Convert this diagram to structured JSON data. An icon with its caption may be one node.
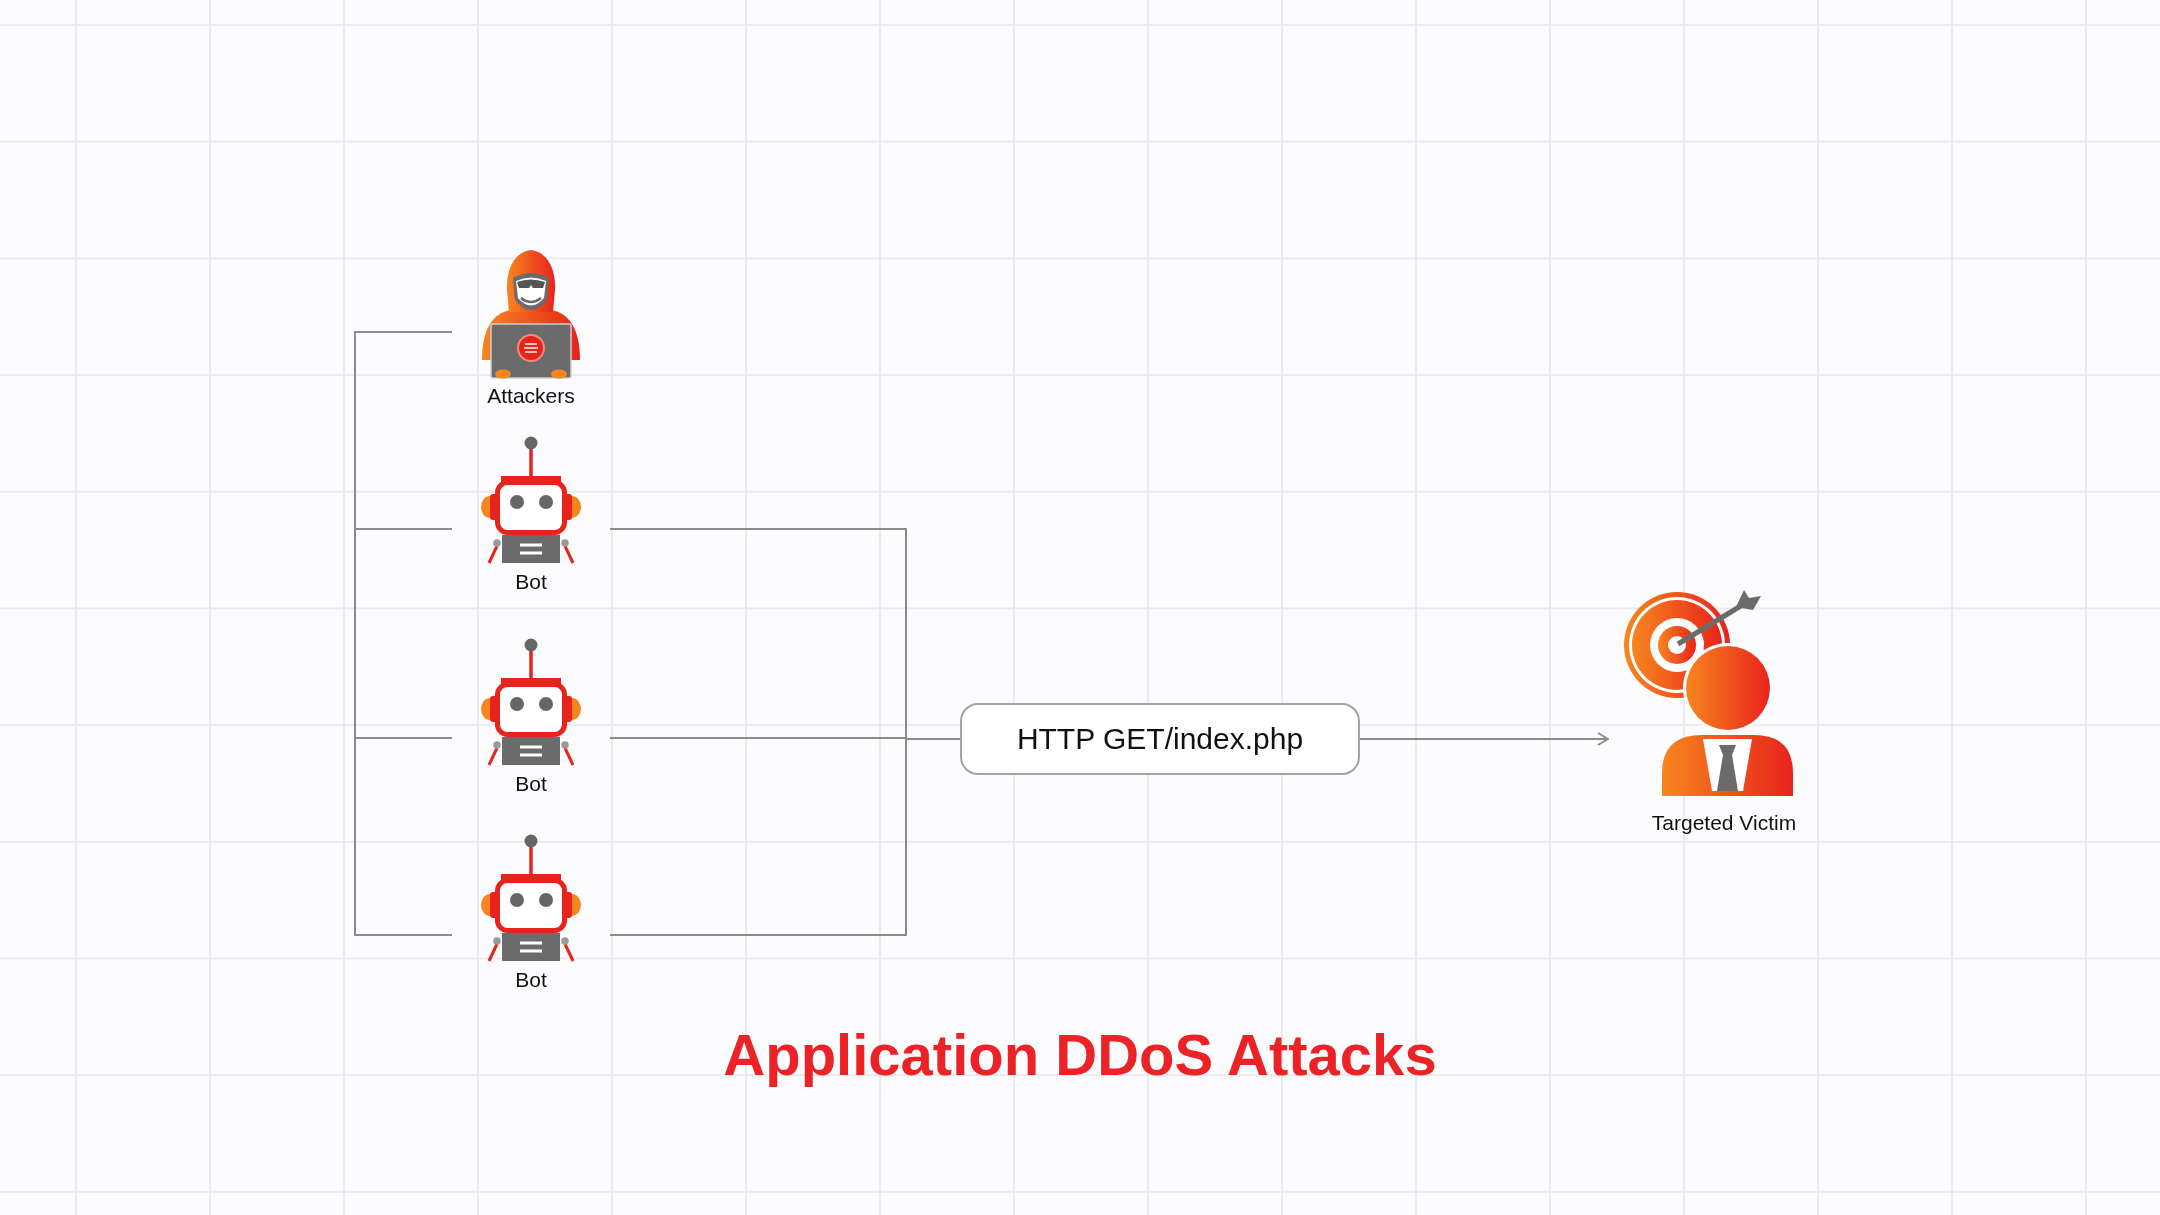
{
  "diagram": {
    "title": "Application DDoS Attacks",
    "nodes": [
      {
        "text": [
          "Attackers"
        ]
      },
      {
        "text": [
          "Bot"
        ]
      },
      {
        "text": [
          "Bot"
        ]
      },
      {
        "text": [
          "Bot"
        ]
      },
      {
        "text": [
          "HTTP GET/index.php"
        ]
      },
      {
        "text": [
          "Targeted Victim"
        ]
      }
    ],
    "edges": [
      {
        "from": 0,
        "to": 1,
        "arrow": "none"
      },
      {
        "from": 0,
        "to": 2,
        "arrow": "none"
      },
      {
        "from": 0,
        "to": 3,
        "arrow": "none"
      },
      {
        "from": 1,
        "to": 4,
        "arrow": "none"
      },
      {
        "from": 2,
        "to": 4,
        "arrow": "none"
      },
      {
        "from": 3,
        "to": 4,
        "arrow": "none"
      },
      {
        "from": 4,
        "to": 5,
        "arrow": "to"
      }
    ]
  }
}
